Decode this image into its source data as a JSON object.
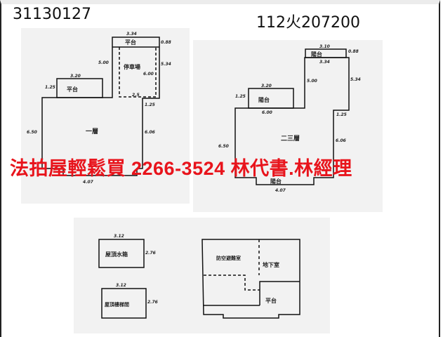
{
  "header": {
    "document_number": "31130127",
    "case_number": "112火207200"
  },
  "watermark": "法拍屋輕鬆買 2266-3524 林代書.林經理",
  "floor_plan_1f": {
    "labels": {
      "balcony_top": "平台",
      "parking": "停車場",
      "balcony_left": "平台",
      "floor": "一層"
    },
    "dimensions": {
      "top": "3.34",
      "right_top": "0.88",
      "left_tall": "5.00",
      "right_tall": "5.34",
      "parking_inner": "6.00",
      "parking_bottom": "2.5",
      "balcony_width": "3.20",
      "balcony_depth": "1.25",
      "step": "1.25",
      "left": "6.50",
      "right": "6.06",
      "bottom": "4.07"
    }
  },
  "floor_plan_23f": {
    "labels": {
      "balcony_top": "陽台",
      "balcony_left": "陽台",
      "floor": "二三層",
      "balcony_bottom": "陽台"
    },
    "dimensions": {
      "top": "3.10",
      "top_inner": "3.34",
      "right_top": "0.88",
      "left_tall": "5.00",
      "right_tall": "5.34",
      "balcony_width": "3.20",
      "balcony_depth": "1.25",
      "wall": "6.00",
      "step": "1.25",
      "left": "6.50",
      "right": "6.06",
      "bottom": "4.07"
    }
  },
  "roof_and_basement": {
    "labels": {
      "water_tank": "屋頂水箱",
      "stair_room": "屋頂樓梯間",
      "shelter": "防空避難室",
      "basement": "地下室",
      "platform": "平台"
    },
    "dimensions": {
      "tank_width": "3.12",
      "tank_depth": "2.76",
      "stair_width": "3.12",
      "stair_depth": "2.76"
    }
  }
}
